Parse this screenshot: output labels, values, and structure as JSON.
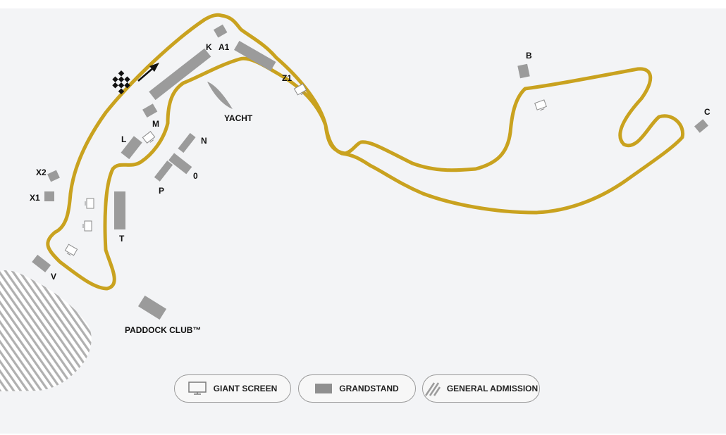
{
  "map": {
    "track_color": "#c9a21f",
    "grandstand_color": "#9b9b9b",
    "grandstands": [
      {
        "id": "K",
        "label": "K"
      },
      {
        "id": "A1",
        "label": "A1"
      },
      {
        "id": "Z1",
        "label": "Z1"
      },
      {
        "id": "B",
        "label": "B"
      },
      {
        "id": "C",
        "label": "C"
      },
      {
        "id": "M",
        "label": "M"
      },
      {
        "id": "L",
        "label": "L"
      },
      {
        "id": "N",
        "label": "N"
      },
      {
        "id": "O",
        "label": "0"
      },
      {
        "id": "P",
        "label": "P"
      },
      {
        "id": "X2",
        "label": "X2"
      },
      {
        "id": "X1",
        "label": "X1"
      },
      {
        "id": "T",
        "label": "T"
      },
      {
        "id": "V",
        "label": "V"
      }
    ],
    "yacht_label": "YACHT",
    "paddock_label": "PADDOCK CLUB™",
    "start_finish_icon": "checkered-flag-icon",
    "direction_icon": "direction-arrow-icon"
  },
  "legend": {
    "giant_screen": {
      "label": "GIANT SCREEN",
      "icon": "monitor-icon"
    },
    "grandstand": {
      "label": "GRANDSTAND",
      "icon": "grandstand-block-icon"
    },
    "general_admission": {
      "label": "GENERAL ADMISSION",
      "icon": "hatch-icon"
    }
  }
}
